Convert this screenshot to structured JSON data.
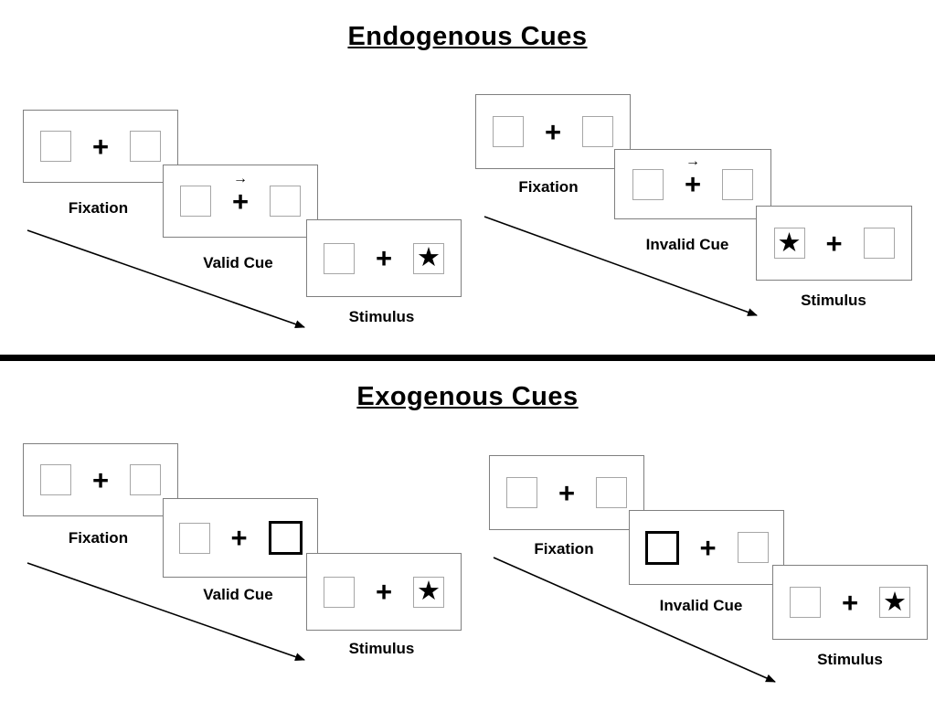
{
  "sections": [
    {
      "title": "Endogenous Cues",
      "trials": [
        {
          "type": "valid",
          "panels": [
            {
              "label": "Fixation",
              "content": "two empty boxes with central fixation cross"
            },
            {
              "label": "Valid Cue",
              "cue": "arrow-right-above-fixation"
            },
            {
              "label": "Stimulus",
              "star_side": "right"
            }
          ]
        },
        {
          "type": "invalid",
          "panels": [
            {
              "label": "Fixation",
              "content": "two empty boxes with central fixation cross"
            },
            {
              "label": "Invalid Cue",
              "cue": "arrow-right-above-fixation"
            },
            {
              "label": "Stimulus",
              "star_side": "left"
            }
          ]
        }
      ]
    },
    {
      "title": "Exogenous Cues",
      "trials": [
        {
          "type": "valid",
          "panels": [
            {
              "label": "Fixation",
              "content": "two empty boxes with central fixation cross"
            },
            {
              "label": "Valid Cue",
              "cue": "highlight-right-box"
            },
            {
              "label": "Stimulus",
              "star_side": "right"
            }
          ]
        },
        {
          "type": "invalid",
          "panels": [
            {
              "label": "Fixation",
              "content": "two empty boxes with central fixation cross"
            },
            {
              "label": "Invalid Cue",
              "cue": "highlight-left-box"
            },
            {
              "label": "Stimulus",
              "star_side": "right"
            }
          ]
        }
      ]
    }
  ],
  "icons": {
    "fixation_cross": "+",
    "star": "★",
    "cue_arrow": "→"
  },
  "colors": {
    "ink": "#000000",
    "panel_border": "#7f7f7f",
    "box_border": "#a6a6a6",
    "background": "#ffffff"
  }
}
